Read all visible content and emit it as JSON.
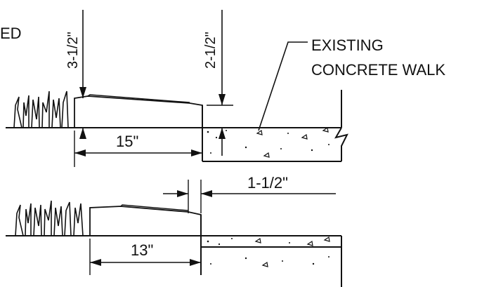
{
  "labels": {
    "partial_text": "ED",
    "upper_rise": "3-1/2\"",
    "walk_drop": "2-1/2\"",
    "upper_width": "15\"",
    "callout_line1": "EXISTING",
    "callout_line2": "CONCRETE WALK",
    "gap": "1-1/2\"",
    "lower_width": "13\""
  },
  "colors": {
    "line": "#111111",
    "background": "#ffffff"
  }
}
